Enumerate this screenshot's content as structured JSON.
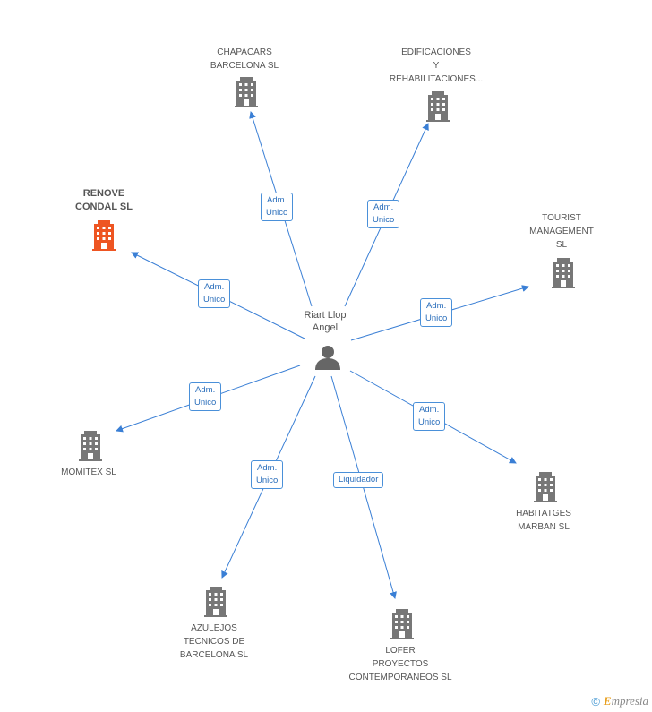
{
  "person": {
    "name_line1": "Riart Llop",
    "name_line2": "Angel",
    "icon": "person-icon"
  },
  "companies": [
    {
      "id": "chapacars",
      "lines": [
        "CHAPACARS",
        "BARCELONA SL"
      ],
      "highlight": false,
      "role": [
        "Adm.",
        "Unico"
      ]
    },
    {
      "id": "edificaciones",
      "lines": [
        "EDIFICACIONES",
        "Y",
        "REHABILITACIONES..."
      ],
      "highlight": false,
      "role": [
        "Adm.",
        "Unico"
      ]
    },
    {
      "id": "renove",
      "lines": [
        "RENOVE",
        "CONDAL SL"
      ],
      "highlight": true,
      "role": [
        "Adm.",
        "Unico"
      ]
    },
    {
      "id": "tourist",
      "lines": [
        "TOURIST",
        "MANAGEMENT",
        "SL"
      ],
      "highlight": false,
      "role": [
        "Adm.",
        "Unico"
      ]
    },
    {
      "id": "momitex",
      "lines": [
        "MOMITEX SL"
      ],
      "highlight": false,
      "role": [
        "Adm.",
        "Unico"
      ]
    },
    {
      "id": "habitatges",
      "lines": [
        "HABITATGES",
        "MARBAN SL"
      ],
      "highlight": false,
      "role": [
        "Adm.",
        "Unico"
      ]
    },
    {
      "id": "azulejos",
      "lines": [
        "AZULEJOS",
        "TECNICOS DE",
        "BARCELONA SL"
      ],
      "highlight": false,
      "role": [
        "Adm.",
        "Unico"
      ]
    },
    {
      "id": "lofer",
      "lines": [
        "LOFER",
        "PROYECTOS",
        "CONTEMPORANEOS SL"
      ],
      "highlight": false,
      "role": [
        "Liquidador"
      ]
    }
  ],
  "colors": {
    "edge": "#3a7fd5",
    "building": "#777777",
    "building_highlight": "#ee5522",
    "person": "#666666"
  },
  "footer": {
    "copyright": "©",
    "brand_initial": "E",
    "brand_rest": "mpresia"
  }
}
